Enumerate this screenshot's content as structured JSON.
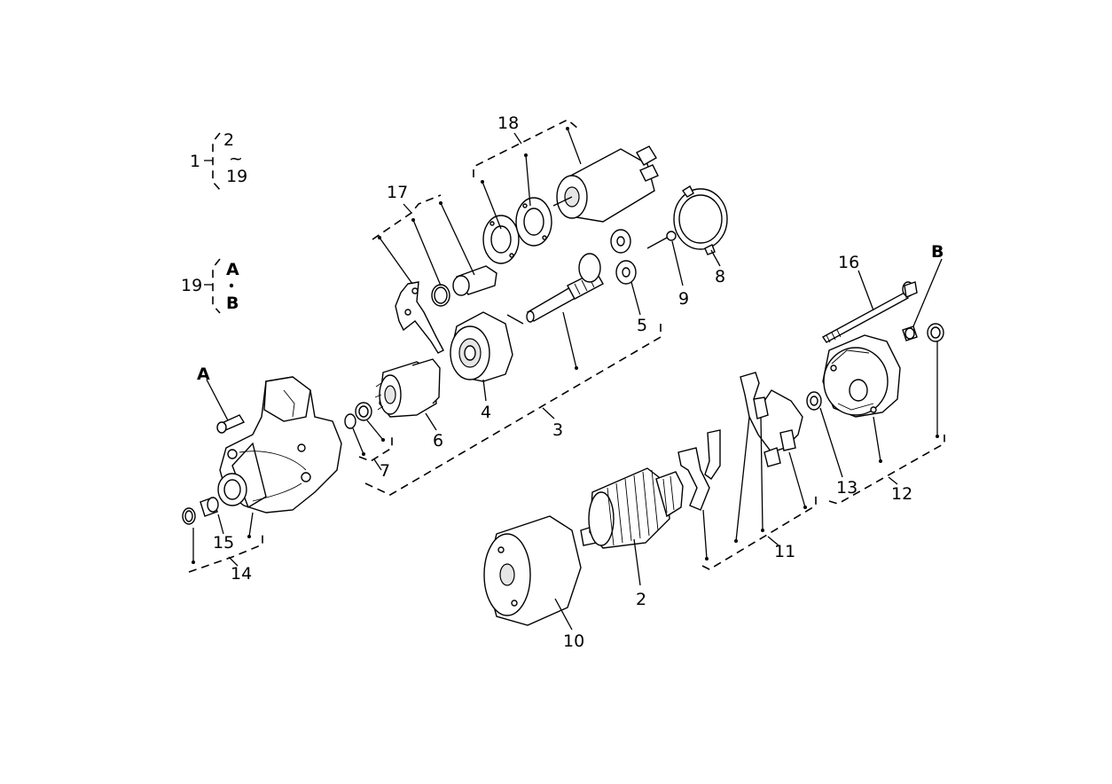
{
  "diagram": {
    "legend_top": {
      "label": "1",
      "range_start": "2",
      "range_sym": "~",
      "range_end": "19"
    },
    "legend_mid": {
      "label": "19",
      "item_a": "A",
      "item_b": "B"
    },
    "callouts": {
      "p2": "2",
      "p3": "3",
      "p4": "4",
      "p5": "5",
      "p6": "6",
      "p7": "7",
      "p8": "8",
      "p9": "9",
      "p10": "10",
      "p11": "11",
      "p12": "12",
      "p13": "13",
      "p14": "14",
      "p15": "15",
      "p16": "16",
      "p17": "17",
      "p18": "18",
      "pA": "A",
      "pB": "B"
    }
  }
}
